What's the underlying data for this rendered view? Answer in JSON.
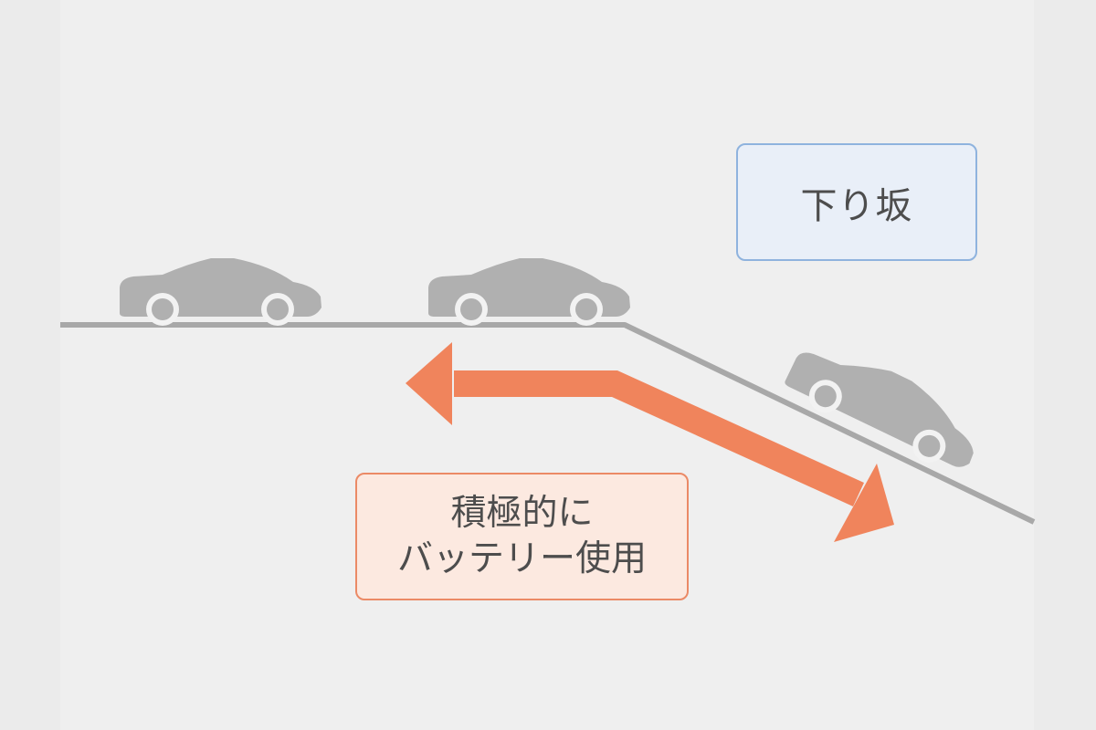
{
  "colors": {
    "road": "#a8a8a8",
    "car": "#b0b0b0",
    "wheel_rim": "#f2f2f2",
    "arrow": "#f0845c",
    "downhill_box_bg": "#e9eff8",
    "downhill_box_border": "#8fb3de",
    "battery_box_bg": "#fce9e0",
    "battery_box_border": "#eb8a66"
  },
  "labels": {
    "downhill": "下り坂",
    "battery_line1": "積極的に",
    "battery_line2": "バッテリー使用"
  },
  "icons": {
    "car": "car-icon",
    "arrow": "double-headed-arrow"
  }
}
